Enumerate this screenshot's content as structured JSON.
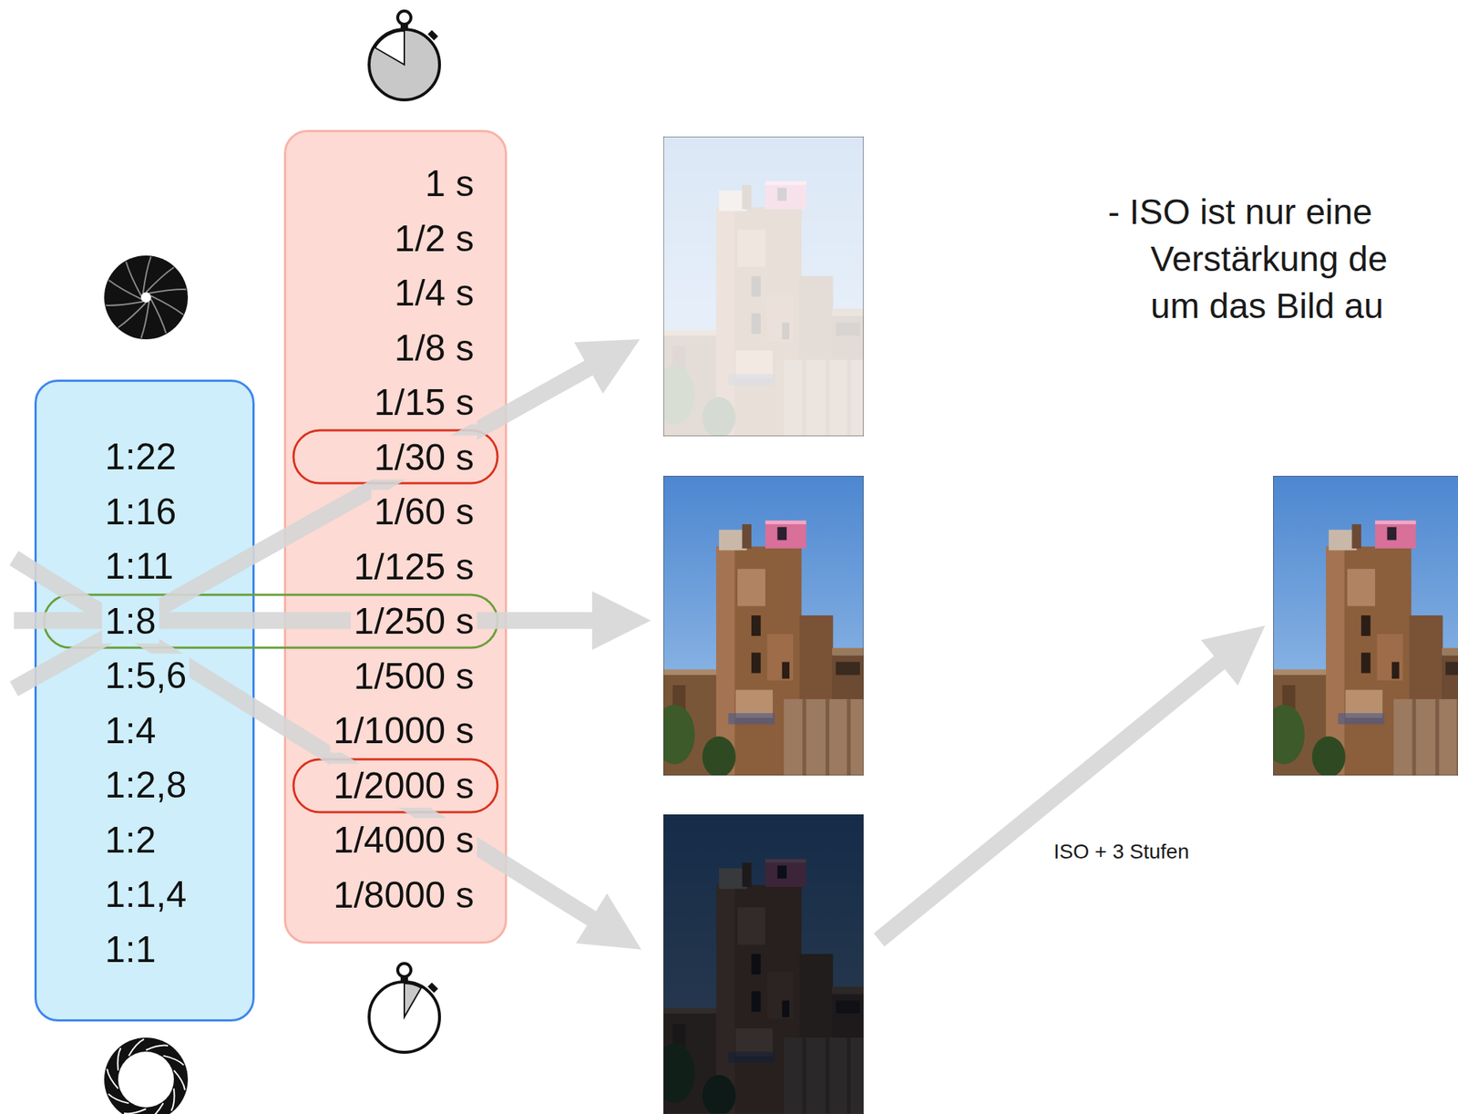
{
  "diagram": {
    "nodes": [
      {
        "text": [
          "1:22",
          "1:16",
          "1:11",
          "1:8",
          "1:5,6",
          "1:4",
          "1:2,8",
          "1:2",
          "1:1,4",
          "1:1"
        ]
      },
      {
        "text": [
          "1 s",
          "1/2 s",
          "1/4 s",
          "1/8 s",
          "1/15 s",
          "1/30 s",
          "1/60 s",
          "1/125 s",
          "1/250 s",
          "1/500 s",
          "1/1000 s",
          "1/2000 s",
          "1/4000 s",
          "1/8000 s"
        ]
      }
    ],
    "labels": [
      "- ISO ist nur eine Verstärkung de um das Bild au",
      "ISO + 3 Stufen"
    ]
  }
}
